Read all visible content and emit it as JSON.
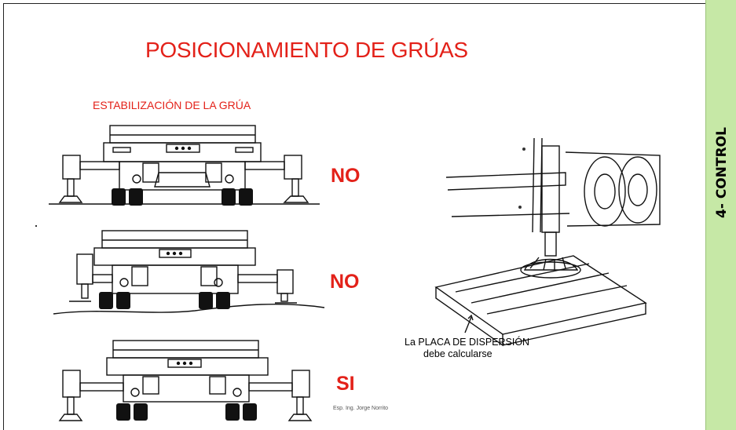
{
  "slide": {
    "title": "POSICIONAMIENTO DE GRÚAS",
    "subtitle": "ESTABILIZACIÓN DE LA GRÚA",
    "verdicts": [
      "NO",
      "NO",
      "SI"
    ],
    "caption_line1": "La PLACA DE DISPERSIÓN",
    "caption_line2": "debe calcularse",
    "credit": "Esp. Ing. Jorge Norrito"
  },
  "sidebar": {
    "label": "4- CONTROL"
  },
  "colors": {
    "accent": "#e32119",
    "sidebar_bg": "#c6e8a6"
  }
}
